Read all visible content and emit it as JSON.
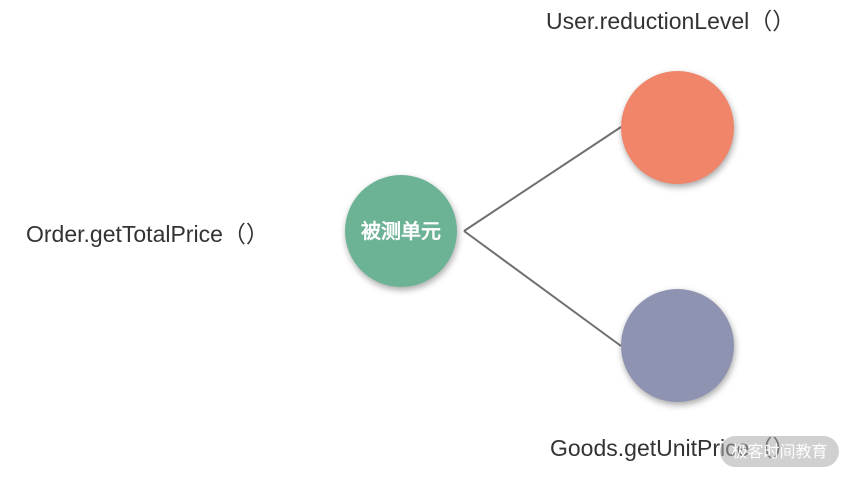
{
  "labels": {
    "left": "Order.getTotalPrice（）",
    "top": "User.reductionLevel（）",
    "bottom": "Goods.getUnitPrice（）"
  },
  "nodes": {
    "center": {
      "text": "被测单元",
      "color": "#6cb396"
    },
    "top": {
      "color": "#f0856a"
    },
    "bottom": {
      "color": "#8f93b2"
    }
  },
  "connector_color": "#6f6f6f",
  "watermark": {
    "text": "极客时间教育"
  }
}
